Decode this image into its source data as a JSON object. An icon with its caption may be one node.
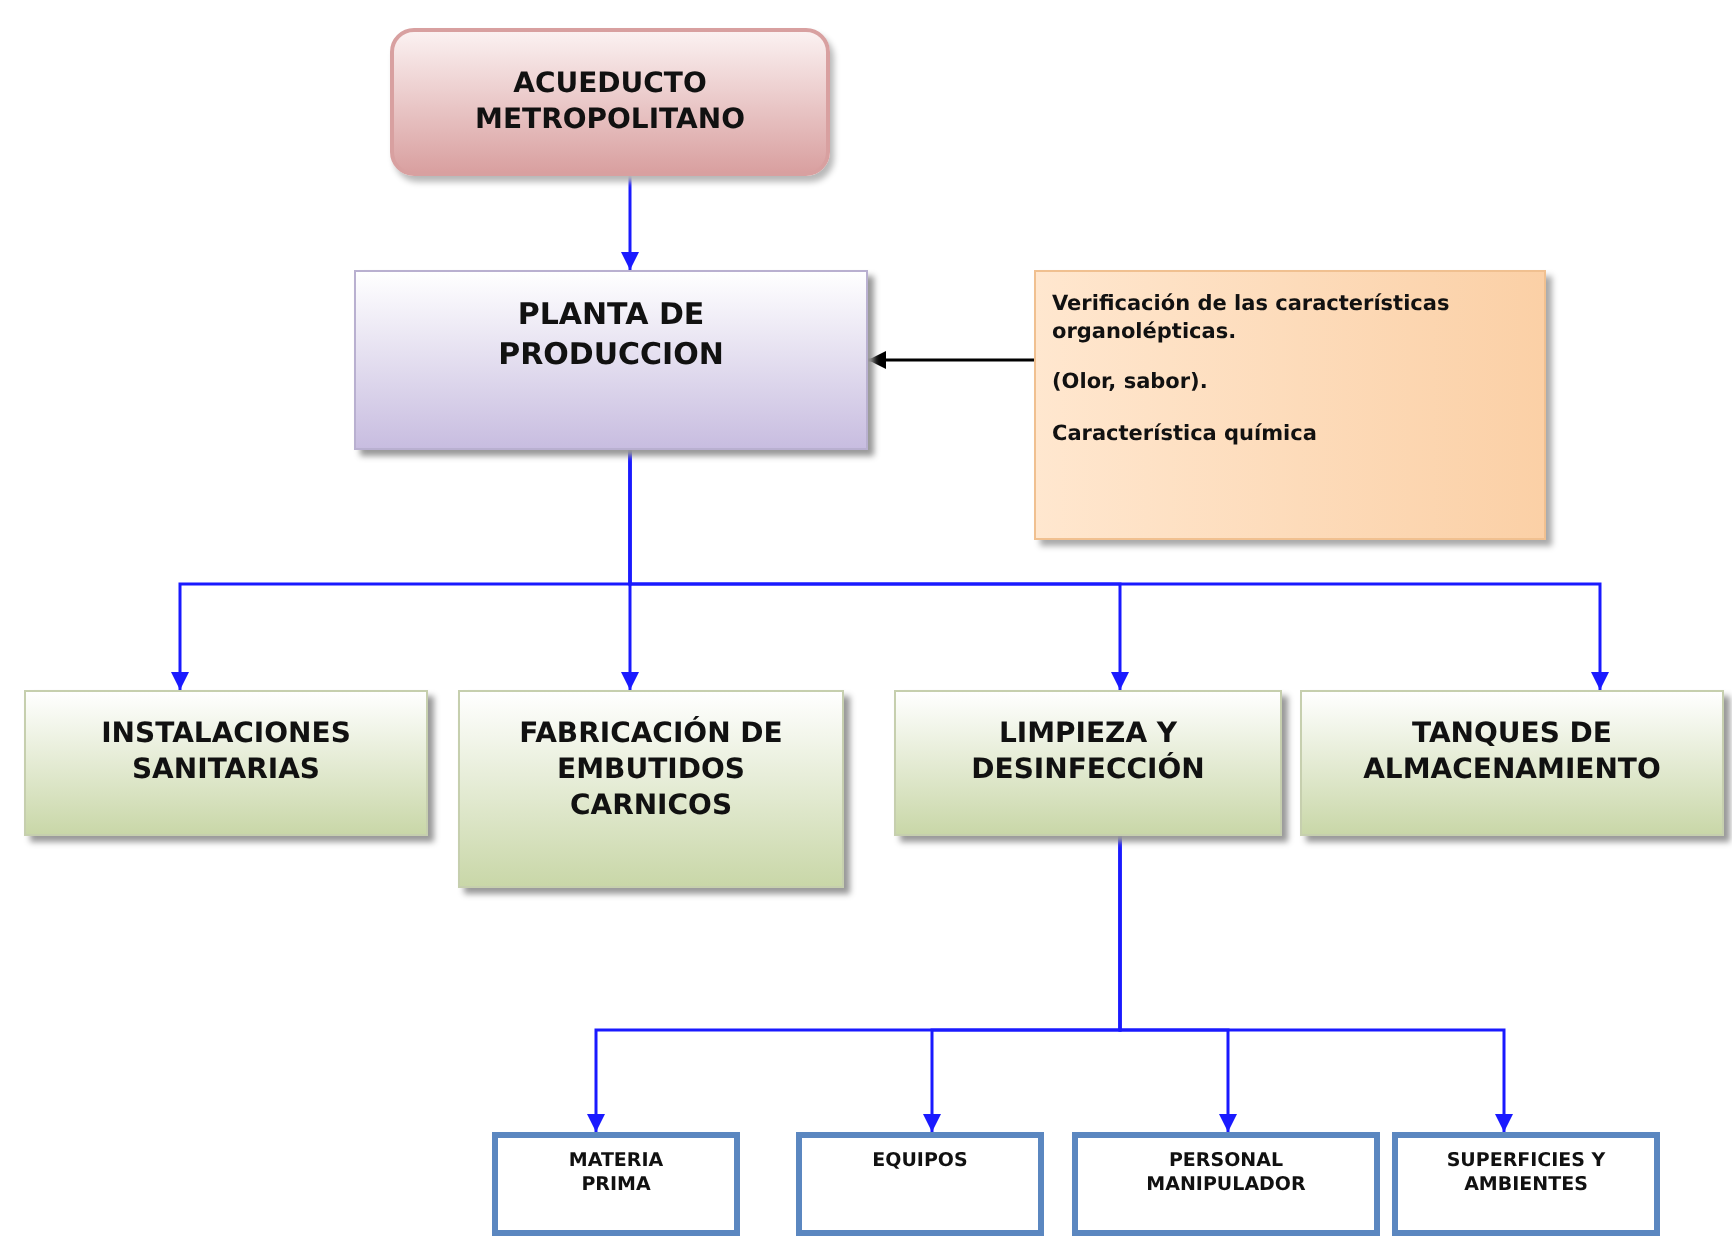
{
  "diagram": {
    "nodes": [
      {
        "text": [
          "ACUEDUCTO METROPOLITANO"
        ]
      },
      {
        "text": [
          "PLANTA DE PRODUCCION"
        ]
      },
      {
        "text": [
          "Verificación de las características organolépticas.",
          "(Olor, sabor).",
          "Característica química"
        ]
      },
      {
        "text": [
          "INSTALACIONES SANITARIAS"
        ]
      },
      {
        "text": [
          "FABRICACIÓN DE EMBUTIDOS CARNICOS"
        ]
      },
      {
        "text": [
          "LIMPIEZA Y DESINFECCIÓN"
        ]
      },
      {
        "text": [
          "TANQUES DE ALMACENAMIENTO"
        ]
      },
      {
        "text": [
          "MATERIA PRIMA"
        ]
      },
      {
        "text": [
          "EQUIPOS"
        ]
      },
      {
        "text": [
          "PERSONAL MANIPULADOR"
        ]
      },
      {
        "text": [
          "SUPERFICIES Y AMBIENTES"
        ]
      }
    ],
    "edges": [
      {
        "from": 0,
        "to": 1,
        "arrow": "to"
      },
      {
        "from": 2,
        "to": 1,
        "arrow": "to",
        "color": "#000000"
      },
      {
        "from": 1,
        "to": 3,
        "arrow": "to"
      },
      {
        "from": 1,
        "to": 4,
        "arrow": "to"
      },
      {
        "from": 1,
        "to": 5,
        "arrow": "to"
      },
      {
        "from": 1,
        "to": 6,
        "arrow": "to"
      },
      {
        "from": 5,
        "to": 7,
        "arrow": "to"
      },
      {
        "from": 5,
        "to": 8,
        "arrow": "to"
      },
      {
        "from": 5,
        "to": 9,
        "arrow": "to"
      },
      {
        "from": 5,
        "to": 10,
        "arrow": "to"
      }
    ]
  }
}
